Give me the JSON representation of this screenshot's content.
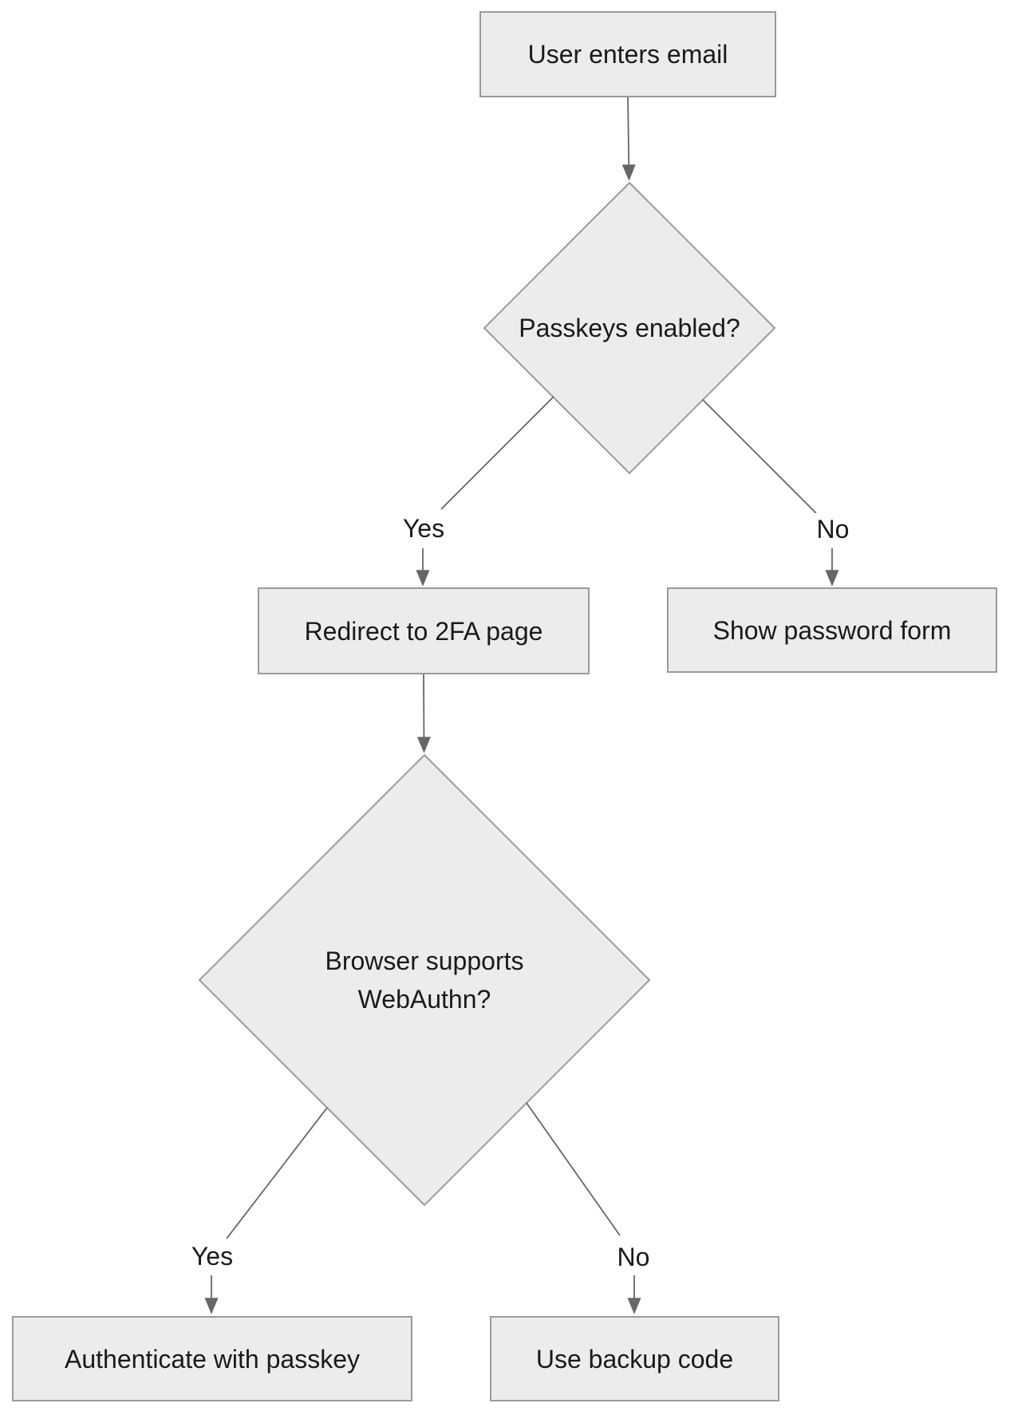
{
  "diagram": {
    "type": "flowchart",
    "direction": "top-down",
    "nodes": [
      {
        "id": "A",
        "shape": "rectangle",
        "label": "User enters email"
      },
      {
        "id": "B",
        "shape": "diamond",
        "label": "Passkeys enabled?"
      },
      {
        "id": "C",
        "shape": "rectangle",
        "label": "Redirect to 2FA page"
      },
      {
        "id": "D",
        "shape": "rectangle",
        "label": "Show password form"
      },
      {
        "id": "E",
        "shape": "diamond",
        "label": "Browser supports WebAuthn?",
        "lines": [
          "Browser supports",
          "WebAuthn?"
        ]
      },
      {
        "id": "F",
        "shape": "rectangle",
        "label": "Authenticate with passkey"
      },
      {
        "id": "G",
        "shape": "rectangle",
        "label": "Use backup code"
      }
    ],
    "edges": [
      {
        "from": "A",
        "to": "B"
      },
      {
        "from": "B",
        "to": "C",
        "label": "Yes"
      },
      {
        "from": "B",
        "to": "D",
        "label": "No"
      },
      {
        "from": "C",
        "to": "E"
      },
      {
        "from": "E",
        "to": "F",
        "label": "Yes"
      },
      {
        "from": "E",
        "to": "G",
        "label": "No"
      }
    ],
    "colors": {
      "node_fill": "#ececec",
      "node_border": "#9a9a9a",
      "edge_line": "#666666",
      "text": "#1a1a1a",
      "background": "#ffffff"
    }
  }
}
